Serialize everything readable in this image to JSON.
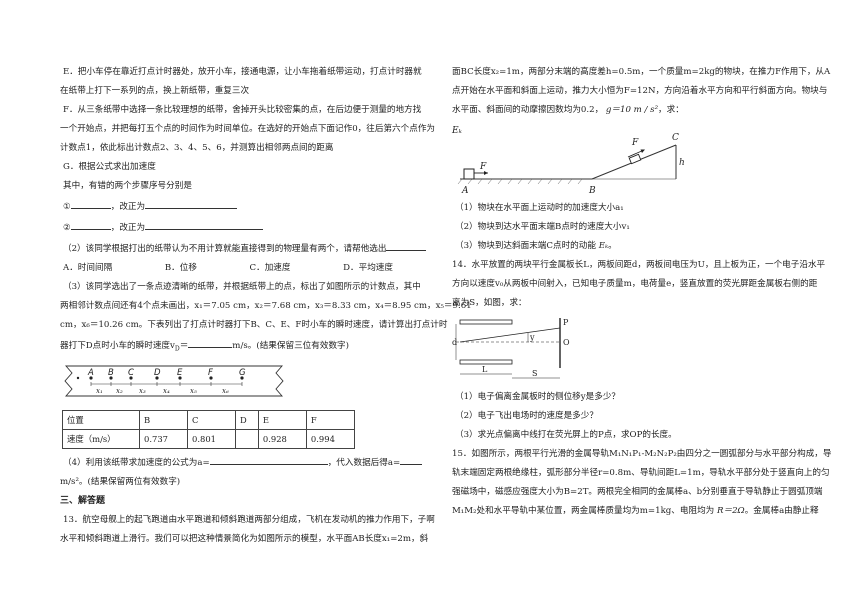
{
  "left": {
    "step_e1": "E．把小车停在靠近打点计时器处，放开小车，接通电源，让小车拖着纸带运动，打点计时器就",
    "step_e2": "在纸带上打下一系列的点，换上新纸带，重复三次",
    "step_f1": "F．从三条纸带中选择一条比较理想的纸带，舍掉开头比较密集的点，在后边便于测量的地方找",
    "step_f2": "一个开始点，并把每打五个点的时间作为时间单位。在选好的开始点下面记作0，往后第六个点作为",
    "step_f3": "计数点1，依此标出计数点2、3、4、5、6，并测算出相邻两点间的距离",
    "step_g": "G．根据公式求出加速度",
    "mistake_intro": "其中，有错的两个步骤序号分别是",
    "mistake_1_num": "①",
    "mistake_2_num": "②",
    "correct_text": "，改正为",
    "q2": "（2）该同学根据打出的纸带认为不用计算就能直接得到的物理量有两个，请帮他选出",
    "options": [
      "A．时间间隔",
      "B．位移",
      "C．加速度",
      "D．平均速度"
    ],
    "q3_l1": "（3）该同学选出了一条点迹清晰的纸带，并根据纸带上的点，标出了如图所示的计数点，其中",
    "q3_l2": "两相邻计数点间还有4个点未画出，x₁＝7.05 cm，x₂＝7.68 cm，x₃＝8.33 cm，x₄＝8.95 cm，x₅＝9.61",
    "q3_l3": "cm，x₆＝10.26 cm。下表列出了打点计时器打下B、C、E、F时小车的瞬时速度，请计算出打点计时",
    "q3_l4a": "器打下D点时小车的瞬时速度v",
    "q3_l4b": "＝",
    "q3_l4c": "m/s。(结果保留三位有效数字)",
    "tape_points": [
      "A",
      "B",
      "C",
      "D",
      "E",
      "F",
      "G"
    ],
    "tape_segments": [
      "x₁",
      "x₂",
      "x₃",
      "x₄",
      "x₅",
      "x₆"
    ],
    "table": {
      "header": [
        "位置",
        "B",
        "C",
        "D",
        "E",
        "F"
      ],
      "row_label": "速度（m/s）",
      "values": [
        "0.737",
        "0.801",
        "",
        "0.928",
        "0.994"
      ]
    },
    "q4_a": "（4）利用该纸带求加速度的公式为a=",
    "q4_b": "，代入数据后得a=",
    "q4_c": "m/s²。(结果保留两位有效数字)",
    "section3": "三、解答题",
    "q13_l1": "13．航空母舰上的起飞跑道由水平跑道和倾斜跑道两部分组成，飞机在发动机的推力作用下，子啊",
    "q13_l2": "水平和倾斜跑道上滑行。我们可以把这种情景简化为如图所示的模型，水平面AB长度x₁=2m，斜"
  },
  "right": {
    "p13_l1": "面BC长度x₂=1m，两部分末端的高度差h=0.5m，一个质量m=2kg的物块，在推力F作用下，从A",
    "p13_l2": "点开始在水平面和斜面上运动，推力大小恒为F=12N，方向沿着水平方向和平行斜面方向。物块与",
    "p13_l3a": "水平面、斜面间的动摩擦因数均为0.2，",
    "p13_l3b": "g＝10 m / s²",
    "p13_l3c": "，求：",
    "fig13": {
      "corner": "Eₖ",
      "F1": "F",
      "F2": "F",
      "A": "A",
      "B": "B",
      "C": "C",
      "h": "h"
    },
    "q13_1": "（1）物块在水平面上运动时的加速度大小a₁",
    "q13_2": "（2）物块到达水平面末端B点时的速度大小v₁",
    "q13_3a": "（3）物块到达斜面末端C点时的动能",
    "q13_3b": "Eₖ",
    "q13_3c": "。",
    "q14_l1": "14．水平放置的两块平行金属板长L，两板间距d，两板间电压为U，且上板为正，一个电子沿水平",
    "q14_l2": "方向以速度v₀从两板中间射入，已知电子质量m，电荷量e，竖直放置的荧光屏距金属板右侧的距",
    "q14_l3": "离为S，如图，求：",
    "fig14": {
      "d": "d",
      "y": "y",
      "L": "L",
      "S": "S",
      "P": "P",
      "O": "O"
    },
    "q14_1": "（1）电子偏离金属板时的侧位移y是多少？",
    "q14_2": "（2）电子飞出电场时的速度是多少？",
    "q14_3": "（3）求光点偏离中线打在荧光屏上的P点，求OP的长度。",
    "q15_l1": "15．如图所示，两根平行光滑的金属导轨M₁N₁P₁-M₂N₂P₂由四分之一圆弧部分与水平部分构成，导",
    "q15_l2": "轨末端固定两根绝缘柱，弧形部分半径r=0.8m、导轨间距L=1m，导轨水平部分处于竖直向上的匀",
    "q15_l3": "强磁场中，磁感应强度大小为B=2T。两根完全相同的金属棒a、b分别垂直于导轨静止于圆弧顶端",
    "q15_l4a": "M₁M₂处和水平导轨中某位置，两金属棒质量均为m=1kg、电阻均为",
    "q15_l4b": "R＝2Ω",
    "q15_l4c": "。金属棒a由静止释"
  }
}
